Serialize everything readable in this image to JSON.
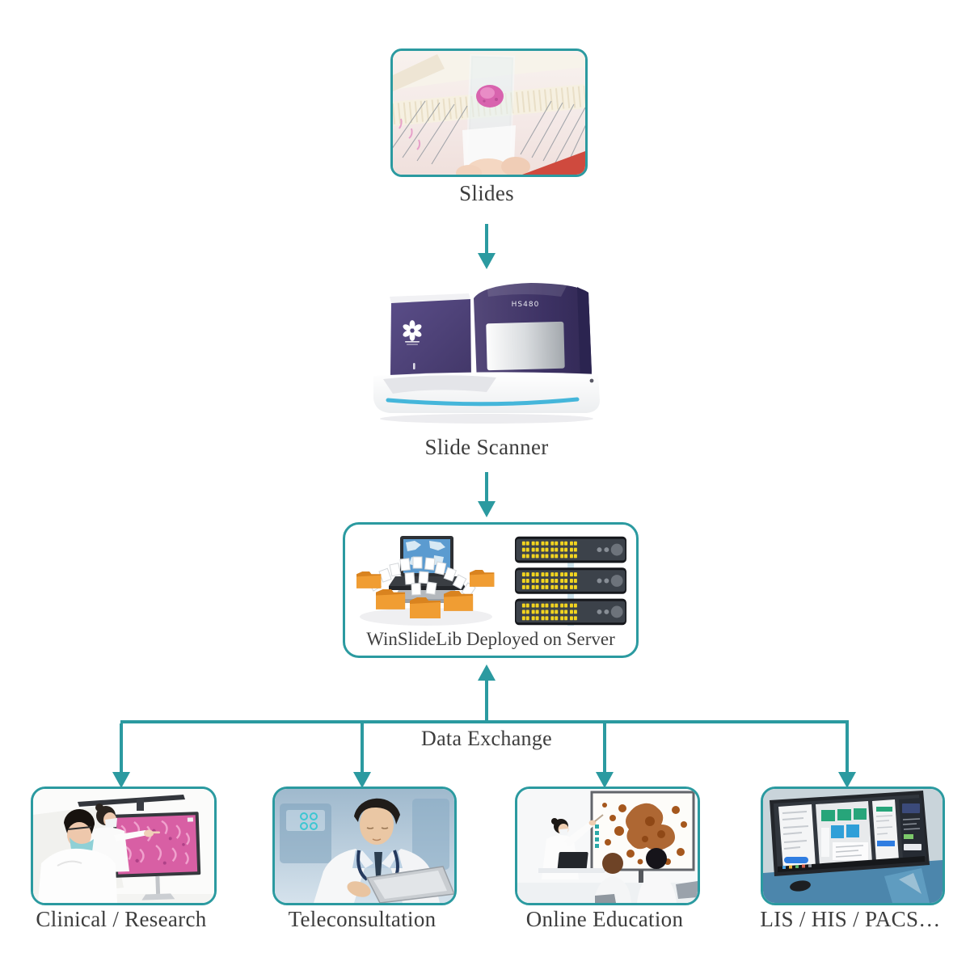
{
  "palette": {
    "teal": "#2b9aa0",
    "text": "#3d3d3d",
    "scanner_purple": "#44386c",
    "accent_blue": "#45b6da",
    "folder_orange": "#ef9d33",
    "led_yellow": "#f2d41f"
  },
  "nodes": {
    "slides": {
      "label": "Slides"
    },
    "scanner": {
      "label": "Slide Scanner",
      "model": "HS480"
    },
    "server": {
      "label": "WinSlideLib Deployed on Server"
    },
    "data_exchange": {
      "label": "Data Exchange"
    },
    "endpoints": [
      {
        "id": "clinical-research",
        "label": "Clinical / Research"
      },
      {
        "id": "teleconsultation",
        "label": "Teleconsultation"
      },
      {
        "id": "online-education",
        "label": "Online Education"
      },
      {
        "id": "lis-his-pacs",
        "label": "LIS / HIS / PACS…"
      }
    ]
  }
}
